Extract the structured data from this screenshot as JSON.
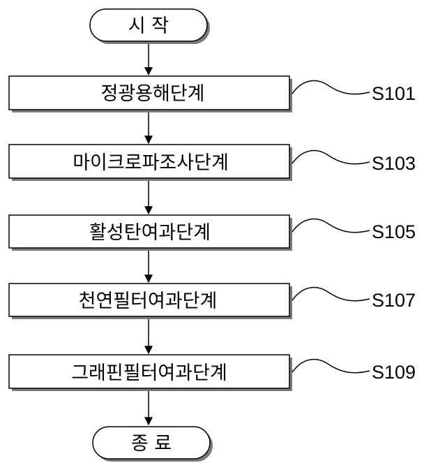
{
  "start": {
    "label": "시 작"
  },
  "end": {
    "label": "종 료"
  },
  "steps": [
    {
      "label": "정광용해단계",
      "code": "S101"
    },
    {
      "label": "마이크로파조사단계",
      "code": "S103"
    },
    {
      "label": "활성탄여과단계",
      "code": "S105"
    },
    {
      "label": "천연필터여과단계",
      "code": "S107"
    },
    {
      "label": "그래핀필터여과단계",
      "code": "S109"
    }
  ],
  "colors": {
    "stroke": "#000000",
    "shadow": "#7a7a7a",
    "fill": "#ffffff"
  }
}
